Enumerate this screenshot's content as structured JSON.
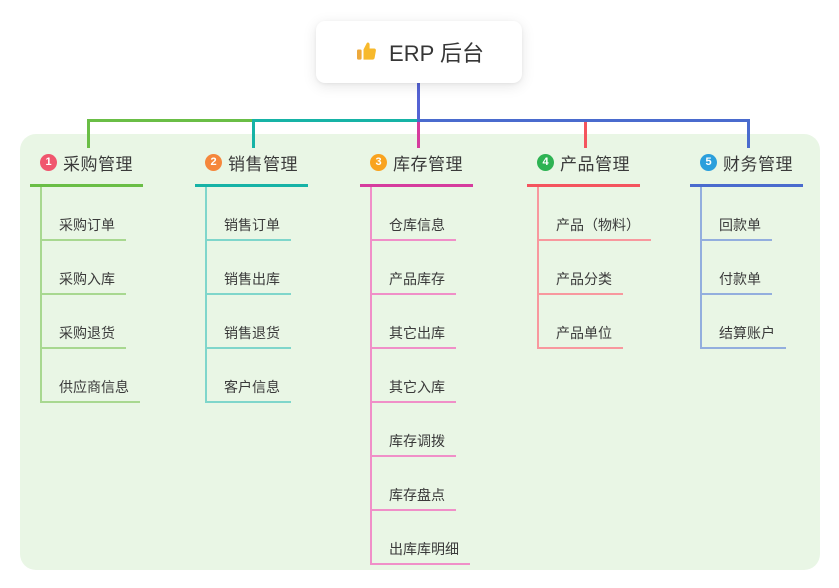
{
  "root": {
    "icon_name": "thumbs-up-icon",
    "title": "ERP 后台",
    "line_color": "#5563d4"
  },
  "panel": {
    "background": "#e9f6e5"
  },
  "branches": [
    {
      "number": "1",
      "label": "采购管理",
      "badge_color": "#f0566e",
      "line_color": "#6abe46",
      "child_line_color": "#a8d890",
      "children": [
        "采购订单",
        "采购入库",
        "采购退货",
        "供应商信息"
      ]
    },
    {
      "number": "2",
      "label": "销售管理",
      "badge_color": "#f5873c",
      "line_color": "#16b3a6",
      "child_line_color": "#7fd6cb",
      "children": [
        "销售订单",
        "销售出库",
        "销售退货",
        "客户信息"
      ]
    },
    {
      "number": "3",
      "label": "库存管理",
      "badge_color": "#f9a31f",
      "line_color": "#d63c9e",
      "child_line_color": "#f08fc8",
      "children": [
        "仓库信息",
        "产品库存",
        "其它出库",
        "其它入库",
        "库存调拨",
        "库存盘点",
        "出库库明细"
      ]
    },
    {
      "number": "4",
      "label": "产品管理",
      "badge_color": "#2eb353",
      "line_color": "#f4545e",
      "child_line_color": "#f8989e",
      "children": [
        "产品（物料）",
        "产品分类",
        "产品单位"
      ]
    },
    {
      "number": "5",
      "label": "财务管理",
      "badge_color": "#2b9fdc",
      "line_color": "#4a6bce",
      "child_line_color": "#93aede",
      "children": [
        "回款单",
        "付款单",
        "结算账户"
      ]
    }
  ]
}
